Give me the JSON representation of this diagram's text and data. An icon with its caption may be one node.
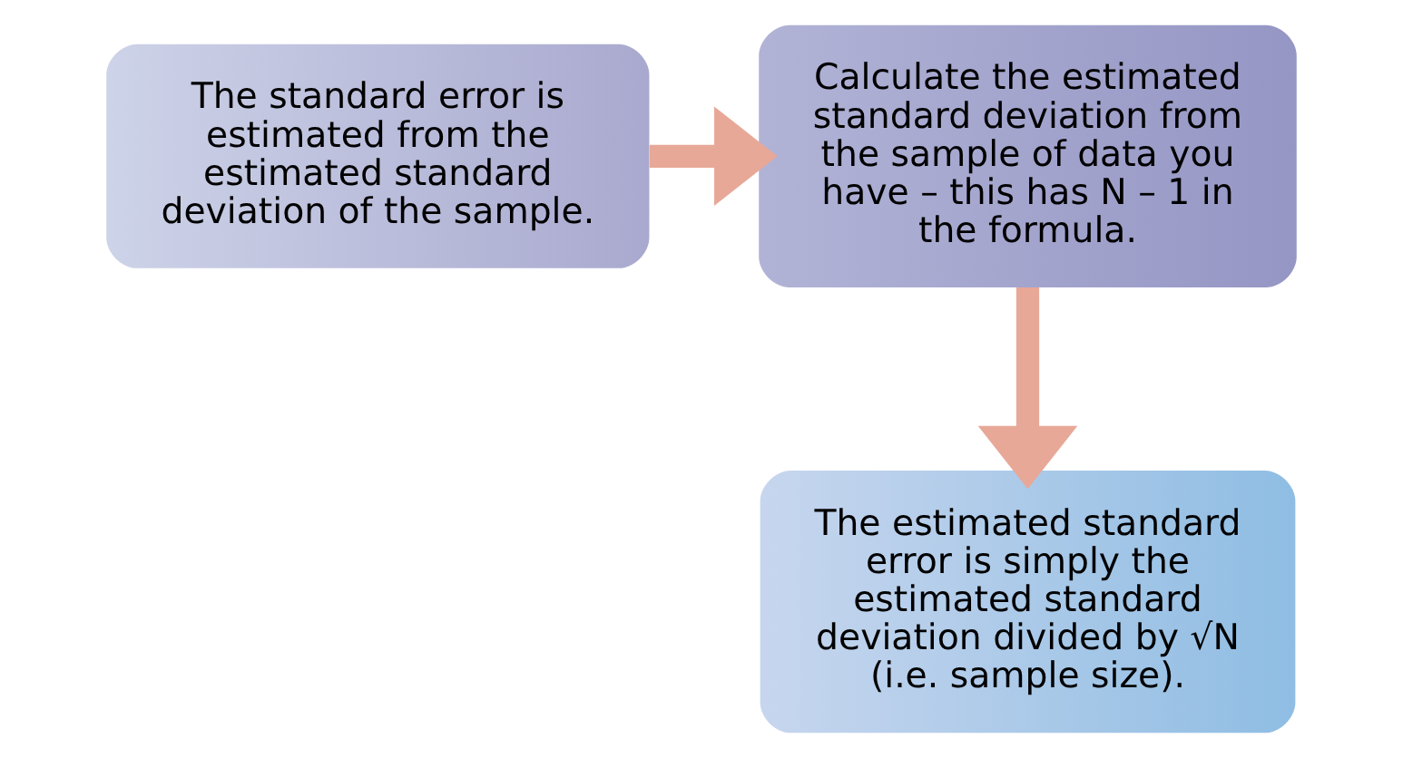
{
  "diagram": {
    "nodes": [
      {
        "text": [
          "The standard error is estimated from the estimated standard deviation of the sample."
        ]
      },
      {
        "text": [
          "Calculate the estimated standard deviation from the sample of data you have – this has N – 1 in the formula."
        ]
      },
      {
        "text": [
          "The estimated standard error is simply the estimated standard deviation divided by √N (i.e. sample size)."
        ]
      }
    ],
    "edges": [
      {
        "from": 0,
        "to": 1,
        "arrow": "to"
      },
      {
        "from": 1,
        "to": 2,
        "arrow": "to"
      }
    ]
  }
}
